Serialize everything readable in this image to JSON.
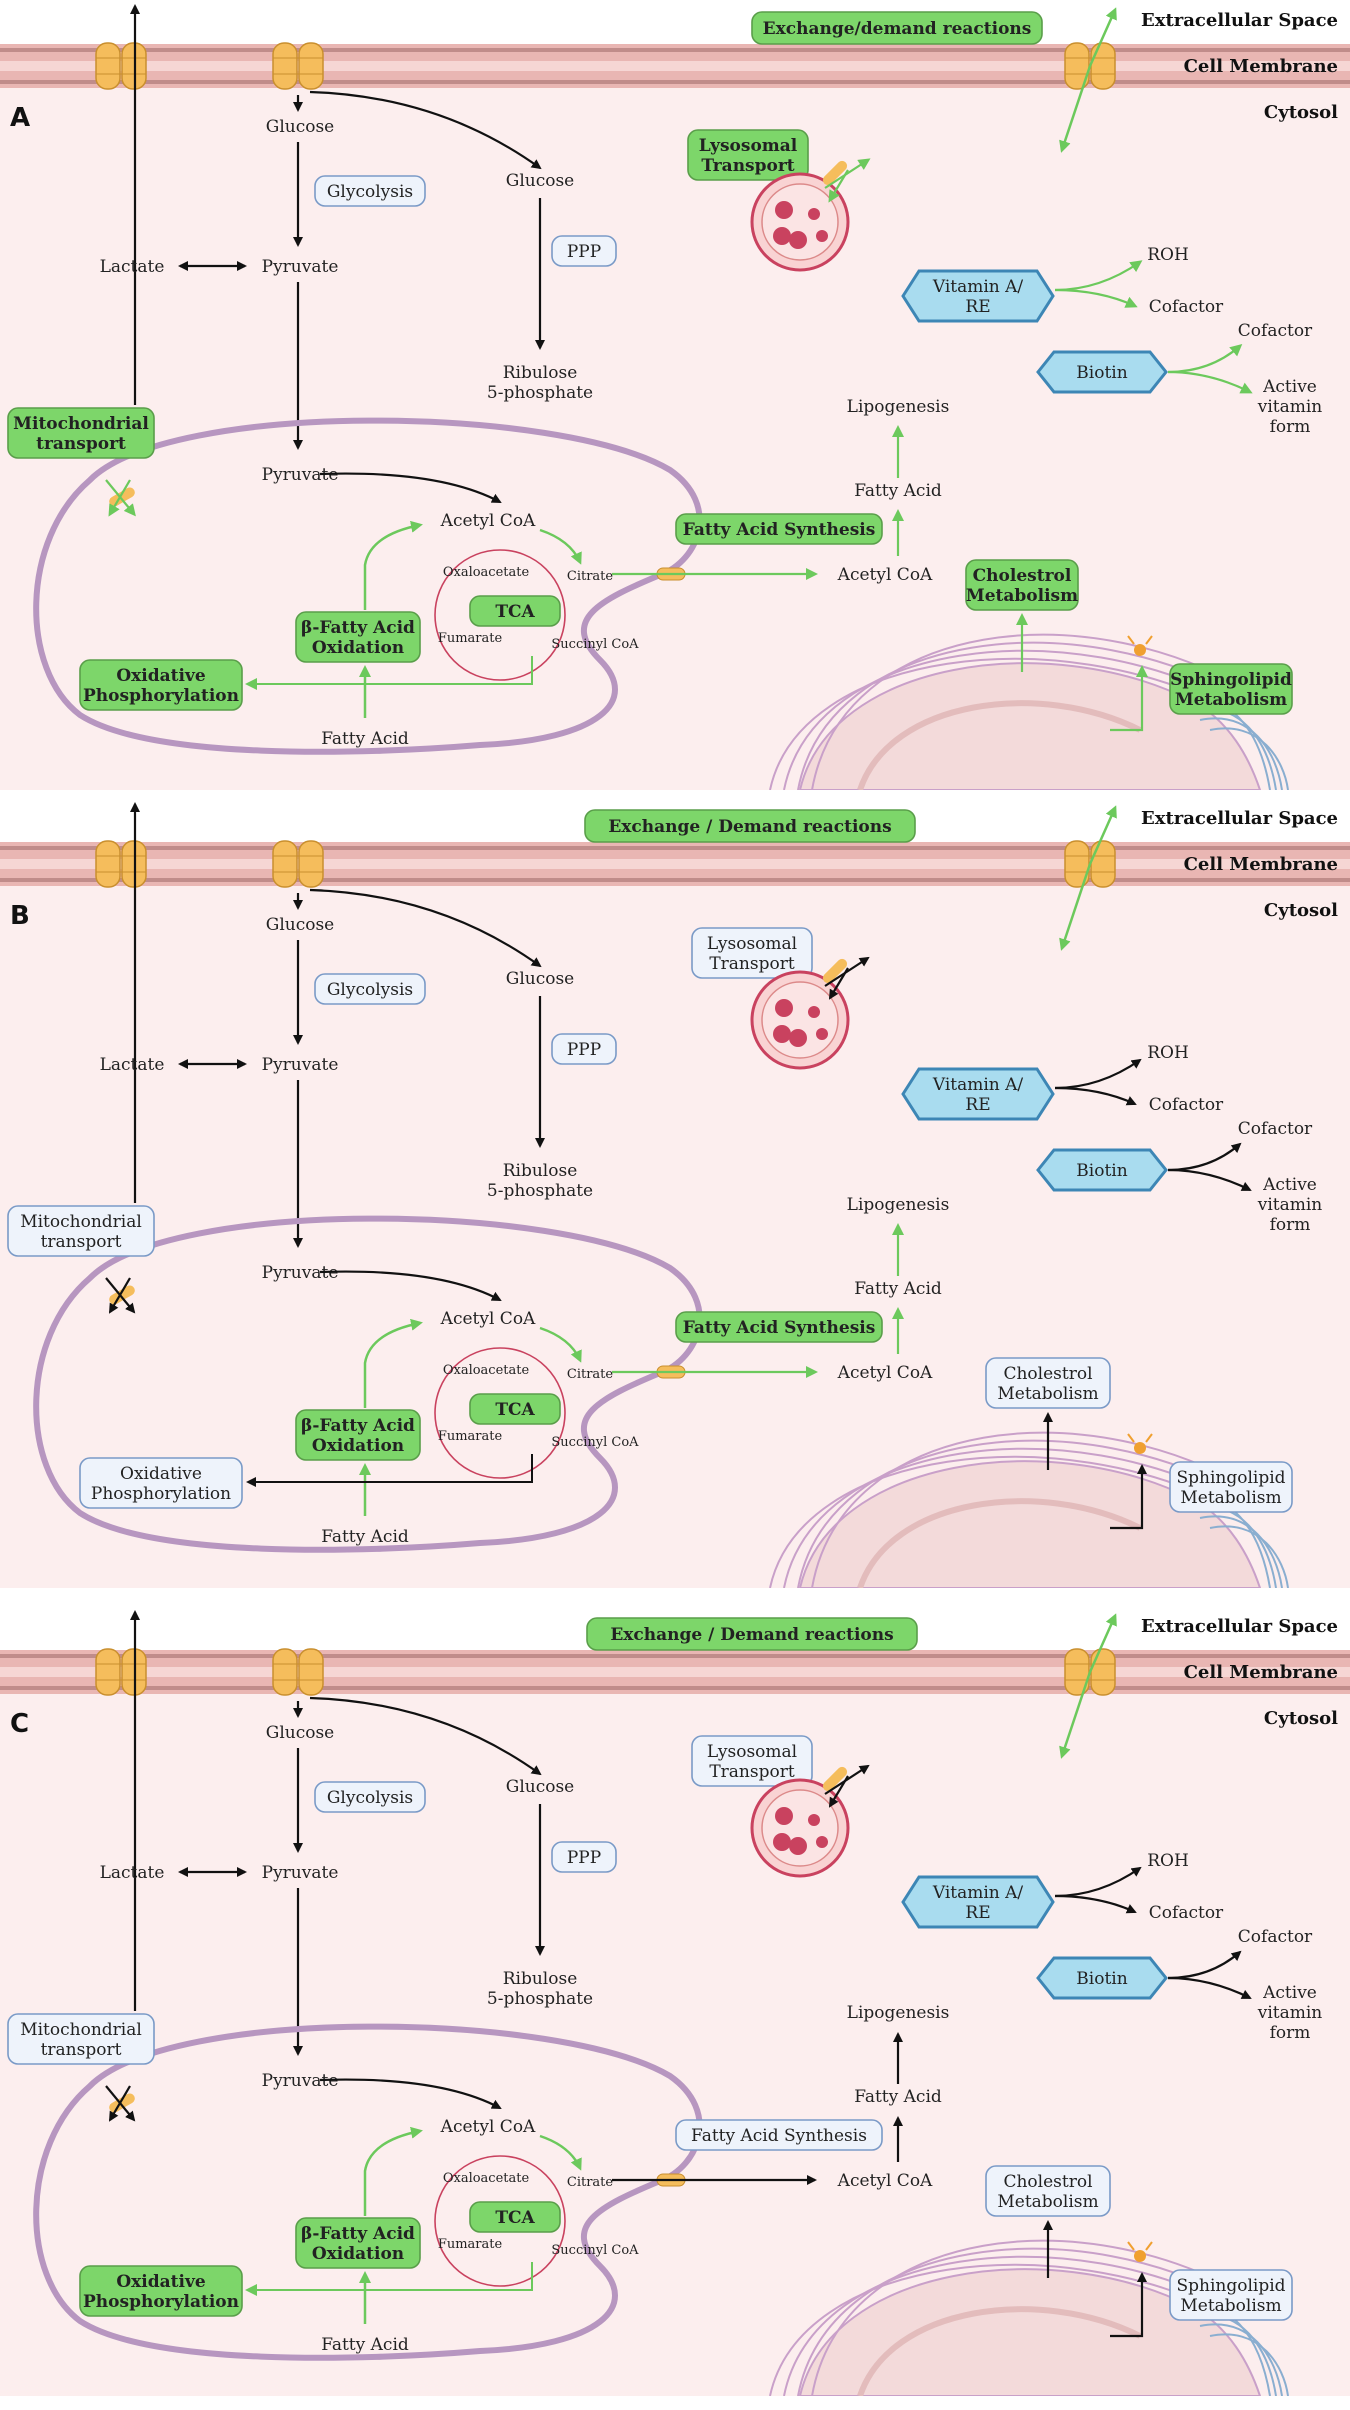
{
  "colors": {
    "green_fill": "#7dd66a",
    "green_stroke": "#5a9e4a",
    "green_arrow": "#6cc95c",
    "box_fill": "#eef3fb",
    "box_stroke": "#7a9ac7",
    "hex_fill": "#a9dcef",
    "hex_stroke": "#3d86b5",
    "cytosol": "#fceeee",
    "membrane": "#e9b6b3",
    "mito_stroke": "#b796c0",
    "channel": "#f5bd5c",
    "tca_cycle": "#c9425f",
    "lysosome": "#c9425f"
  },
  "panels": [
    {
      "letter": "A",
      "extracellular": "Extracellular Space",
      "membrane": "Cell Membrane",
      "cytosol": "Cytosol",
      "exchange": "Exchange/demand reactions",
      "lysosomal": [
        "Lysosomal",
        "Transport"
      ],
      "mito_transport": [
        "Mitochondrial",
        "transport"
      ],
      "oxphos": [
        "Oxidative",
        "Phosphorylation"
      ],
      "beta_ox": [
        "β-Fatty Acid",
        "Oxidation"
      ],
      "fas": "Fatty Acid Synthesis",
      "cholesterol": [
        "Cholestrol",
        "Metabolism"
      ],
      "sphingo": [
        "Sphingolipid",
        "Metabolism"
      ],
      "glycolysis": "Glycolysis",
      "ppp": "PPP",
      "vitamin_a": [
        "Vitamin A/",
        "RE"
      ],
      "biotin": "Biotin",
      "tca": "TCA",
      "glucose1": "Glucose",
      "glucose2": "Glucose",
      "ribulose": [
        "Ribulose",
        "5-phosphate"
      ],
      "lactate": "Lactate",
      "pyruvate1": "Pyruvate",
      "pyruvate2": "Pyruvate",
      "acetylcoa1": "Acetyl CoA",
      "acetylcoa2": "Acetyl CoA",
      "lipogenesis": "Lipogenesis",
      "fatty_acid_top": "Fatty Acid",
      "fatty_acid_bottom": "Fatty Acid",
      "roh": "ROH",
      "cofactor1": "Cofactor",
      "cofactor2": "Cofactor",
      "active_vitamin": [
        "Active",
        "vitamin",
        "form"
      ],
      "oxaloacetate": "Oxaloacetate",
      "citrate": "Citrate",
      "fumarate": "Fumarate",
      "succinyl": "Succinyl CoA",
      "state": {
        "exchange": "active",
        "lysosomal": "active",
        "mito_transport": "active",
        "oxphos": "active",
        "beta_ox": "active",
        "fas": "active",
        "cholesterol": "active",
        "sphingo": "active",
        "vitamin_a": "active",
        "biotin": "active",
        "tca": "active"
      }
    },
    {
      "letter": "B",
      "extracellular": "Extracellular Space",
      "membrane": "Cell Membrane",
      "cytosol": "Cytosol",
      "exchange": "Exchange / Demand reactions",
      "lysosomal": [
        "Lysosomal",
        "Transport"
      ],
      "mito_transport": [
        "Mitochondrial",
        "transport"
      ],
      "oxphos": [
        "Oxidative",
        "Phosphorylation"
      ],
      "beta_ox": [
        "β-Fatty Acid",
        "Oxidation"
      ],
      "fas": "Fatty Acid Synthesis",
      "cholesterol": [
        "Cholestrol",
        "Metabolism"
      ],
      "sphingo": [
        "Sphingolipid",
        "Metabolism"
      ],
      "glycolysis": "Glycolysis",
      "ppp": "PPP",
      "vitamin_a": [
        "Vitamin A/",
        "RE"
      ],
      "biotin": "Biotin",
      "tca": "TCA",
      "glucose1": "Glucose",
      "glucose2": "Glucose",
      "ribulose": [
        "Ribulose",
        "5-phosphate"
      ],
      "lactate": "Lactate",
      "pyruvate1": "Pyruvate",
      "pyruvate2": "Pyruvate",
      "acetylcoa1": "Acetyl CoA",
      "acetylcoa2": "Acetyl CoA",
      "lipogenesis": "Lipogenesis",
      "fatty_acid_top": "Fatty Acid",
      "fatty_acid_bottom": "Fatty Acid",
      "roh": "ROH",
      "cofactor1": "Cofactor",
      "cofactor2": "Cofactor",
      "active_vitamin": [
        "Active",
        "vitamin",
        "form"
      ],
      "oxaloacetate": "Oxaloacetate",
      "citrate": "Citrate",
      "fumarate": "Fumarate",
      "succinyl": "Succinyl CoA",
      "state": {
        "exchange": "active",
        "lysosomal": "inactive",
        "mito_transport": "inactive",
        "oxphos": "inactive",
        "beta_ox": "active",
        "fas": "active",
        "cholesterol": "inactive",
        "sphingo": "inactive",
        "vitamin_a": "active",
        "biotin": "active",
        "tca": "active"
      }
    },
    {
      "letter": "C",
      "extracellular": "Extracellular Space",
      "membrane": "Cell Membrane",
      "cytosol": "Cytosol",
      "exchange": "Exchange / Demand reactions",
      "lysosomal": [
        "Lysosomal",
        "Transport"
      ],
      "mito_transport": [
        "Mitochondrial",
        "transport"
      ],
      "oxphos": [
        "Oxidative",
        "Phosphorylation"
      ],
      "beta_ox": [
        "β-Fatty Acid",
        "Oxidation"
      ],
      "fas": "Fatty Acid Synthesis",
      "cholesterol": [
        "Cholestrol",
        "Metabolism"
      ],
      "sphingo": [
        "Sphingolipid",
        "Metabolism"
      ],
      "glycolysis": "Glycolysis",
      "ppp": "PPP",
      "vitamin_a": [
        "Vitamin A/",
        "RE"
      ],
      "biotin": "Biotin",
      "tca": "TCA",
      "glucose1": "Glucose",
      "glucose2": "Glucose",
      "ribulose": [
        "Ribulose",
        "5-phosphate"
      ],
      "lactate": "Lactate",
      "pyruvate1": "Pyruvate",
      "pyruvate2": "Pyruvate",
      "acetylcoa1": "Acetyl CoA",
      "acetylcoa2": "Acetyl CoA",
      "lipogenesis": "Lipogenesis",
      "fatty_acid_top": "Fatty Acid",
      "fatty_acid_bottom": "Fatty Acid",
      "roh": "ROH",
      "cofactor1": "Cofactor",
      "cofactor2": "Cofactor",
      "active_vitamin": [
        "Active",
        "vitamin",
        "form"
      ],
      "oxaloacetate": "Oxaloacetate",
      "citrate": "Citrate",
      "fumarate": "Fumarate",
      "succinyl": "Succinyl CoA",
      "state": {
        "exchange": "active",
        "lysosomal": "inactive",
        "mito_transport": "inactive",
        "oxphos": "active",
        "beta_ox": "active",
        "fas": "inactive",
        "cholesterol": "inactive",
        "sphingo": "inactive",
        "vitamin_a": "active",
        "biotin": "active",
        "tca": "active"
      }
    }
  ]
}
